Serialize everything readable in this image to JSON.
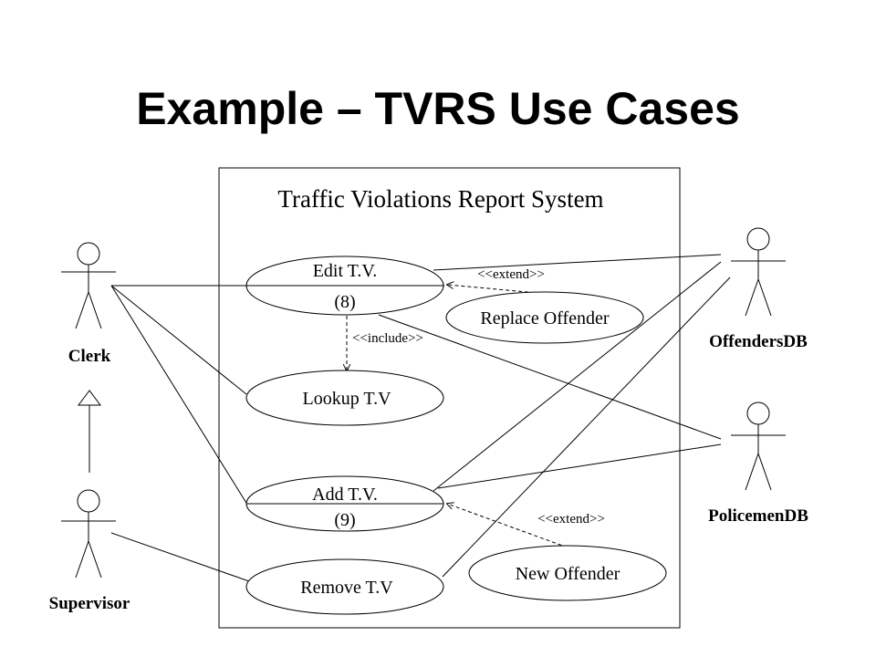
{
  "slide": {
    "title": "Example – TVRS Use Cases"
  },
  "system": {
    "name": "Traffic Violations Report System"
  },
  "actors": {
    "clerk": "Clerk",
    "supervisor": "Supervisor",
    "offenders_db": "OffendersDB",
    "policemen_db": "PolicemenDB"
  },
  "use_cases": {
    "edit_tv": {
      "name": "Edit T.V.",
      "number": "(8)"
    },
    "lookup_tv": {
      "name": "Lookup T.V"
    },
    "add_tv": {
      "name": "Add T.V.",
      "number": "(9)"
    },
    "remove_tv": {
      "name": "Remove T.V"
    },
    "replace_offender": {
      "name": "Replace Offender"
    },
    "new_offender": {
      "name": "New Offender"
    }
  },
  "relationships": {
    "extend_top": "<<extend>>",
    "include": "<<include>>",
    "extend_bottom": "<<extend>>"
  },
  "colors": {
    "stroke": "#000000",
    "background": "#ffffff"
  }
}
